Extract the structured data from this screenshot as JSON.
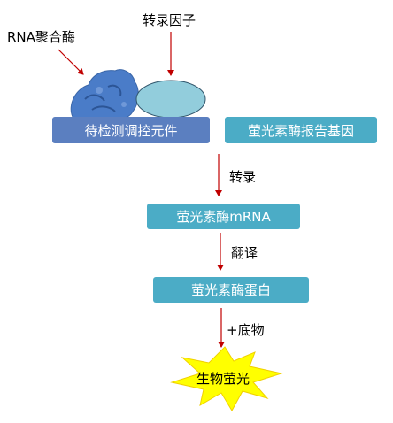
{
  "labels": {
    "rna_polymerase": "RNA聚合酶",
    "transcription_factor": "转录因子",
    "transcription": "转录",
    "translation": "翻译",
    "substrate": "+底物"
  },
  "boxes": {
    "element_under_test": "待检测调控元件",
    "reporter_gene": "萤光素酶报告基因",
    "luciferase_mrna": "萤光素酶mRNA",
    "luciferase_protein": "萤光素酶蛋白",
    "bioluminescence": "生物萤光"
  },
  "colors": {
    "element_box": "#5b7fc0",
    "teal_box": "#4bacc6",
    "factor_ellipse": "#92cddc",
    "polymerase_blob": "#4a7cc8",
    "arrow": "#c00000",
    "burst": "#ffff00"
  }
}
